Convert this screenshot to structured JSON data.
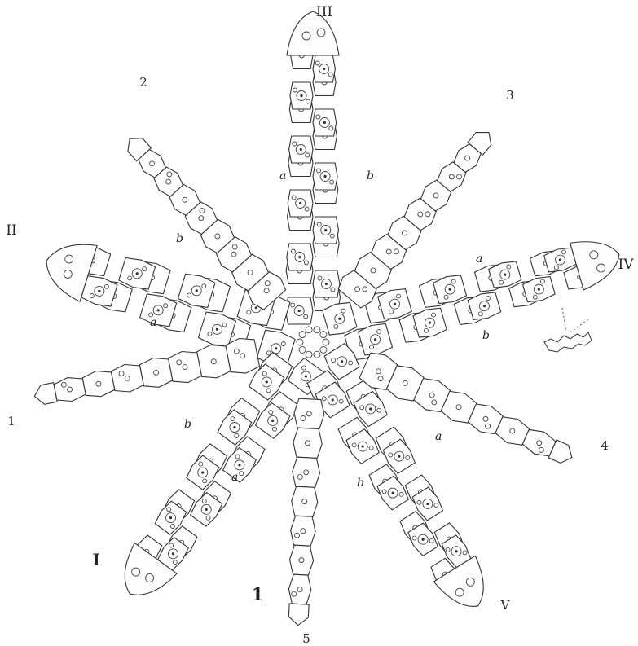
{
  "arm_labels": {
    "ambulacral_I": "I",
    "ambulacral_II": "II",
    "ambulacral_III": "III",
    "ambulacral_IV": "IV",
    "ambulacral_V": "V",
    "interambulacral_1": "1",
    "interambulacral_2": "2",
    "interambulacral_3": "3",
    "interambulacral_4": "4",
    "interambulacral_5": "5"
  },
  "row_labels": {
    "a": "a",
    "b": "b"
  },
  "figure_number": "1",
  "colors": {
    "ink": "#333333",
    "paper": "#ffffff"
  }
}
